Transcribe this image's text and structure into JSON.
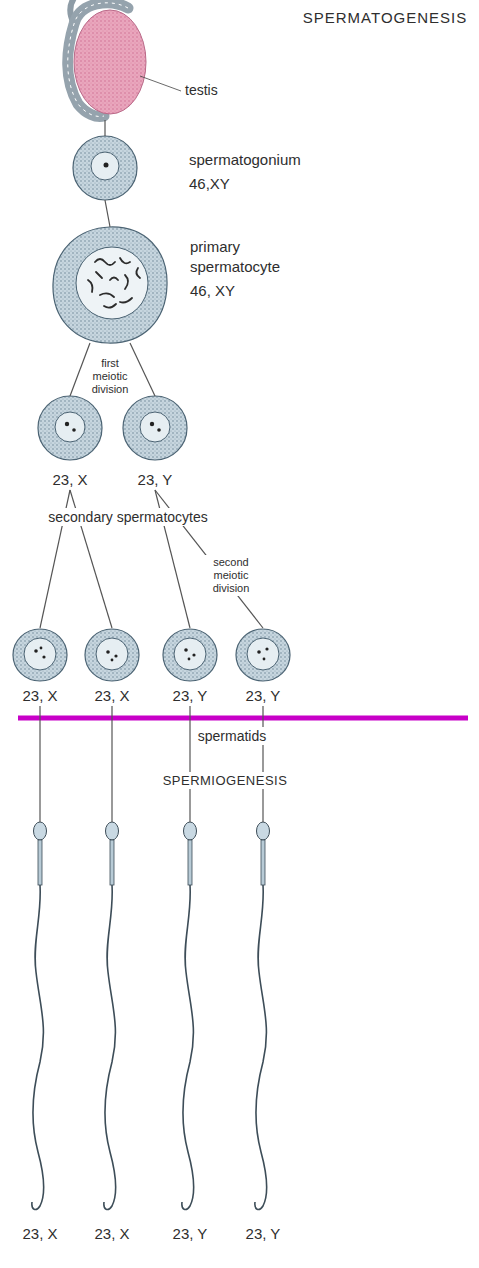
{
  "diagram": {
    "title": "SPERMATOGENESIS",
    "nodes": [
      {
        "text": [
          "testis"
        ]
      },
      {
        "text": [
          "spermatogonium",
          "46,XY"
        ]
      },
      {
        "text": [
          "primary spermatocyte",
          "46, XY"
        ]
      },
      {
        "text": [
          "23, X"
        ]
      },
      {
        "text": [
          "23, Y"
        ]
      },
      {
        "text": [
          "23, X"
        ]
      },
      {
        "text": [
          "23, X"
        ]
      },
      {
        "text": [
          "23, Y"
        ]
      },
      {
        "text": [
          "23, Y"
        ]
      },
      {
        "text": [
          "23, X"
        ]
      },
      {
        "text": [
          "23, X"
        ]
      },
      {
        "text": [
          "23, Y"
        ]
      },
      {
        "text": [
          "23, Y"
        ]
      }
    ],
    "edges": [
      {
        "from": 0,
        "to": 1,
        "arrow": "none"
      },
      {
        "from": 1,
        "to": 2,
        "arrow": "none"
      },
      {
        "from": 2,
        "to": 3,
        "arrow": "none"
      },
      {
        "from": 2,
        "to": 4,
        "arrow": "none"
      },
      {
        "from": 3,
        "to": 5,
        "arrow": "none"
      },
      {
        "from": 3,
        "to": 6,
        "arrow": "none"
      },
      {
        "from": 4,
        "to": 7,
        "arrow": "none"
      },
      {
        "from": 4,
        "to": 8,
        "arrow": "none"
      },
      {
        "from": 5,
        "to": 9,
        "arrow": "none"
      },
      {
        "from": 6,
        "to": 10,
        "arrow": "none"
      },
      {
        "from": 7,
        "to": 11,
        "arrow": "none"
      },
      {
        "from": 8,
        "to": 12,
        "arrow": "none"
      }
    ],
    "labels": [
      "first meiotic division",
      "secondary spermatocytes",
      "second meiotic division",
      "spermatids",
      "SPERMIOGENESIS"
    ]
  }
}
